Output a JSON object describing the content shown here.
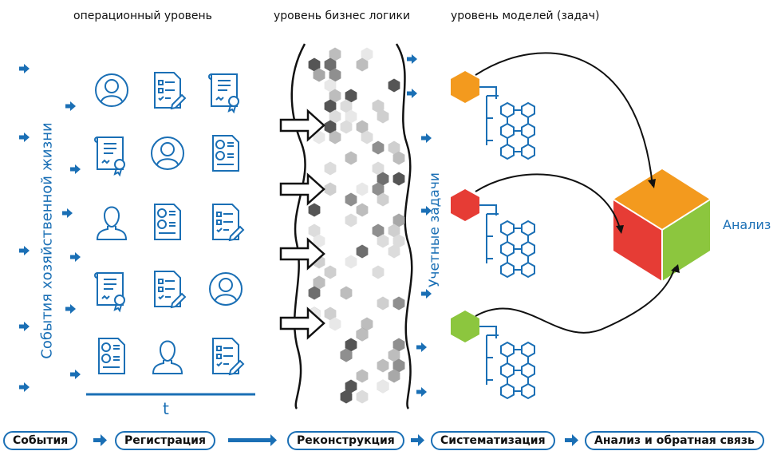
{
  "headers": {
    "operational": "операционный уровень",
    "business": "уровень бизнес логики",
    "models": "уровень моделей (задач)"
  },
  "labels": {
    "events_vertical": "События хозяйственной жизни",
    "tasks_vertical": "Учетные задачи",
    "analysis": "Анализ",
    "time_axis": "t"
  },
  "flow": [
    "События",
    "Регистрация",
    "Реконструкция",
    "Систематизация",
    "Анализ и обратная связь"
  ],
  "icons": [
    [
      "person-icon",
      "checklist-doc-icon",
      "certificate-icon"
    ],
    [
      "certificate-icon",
      "person-icon",
      "chart-doc-icon"
    ],
    [
      "user-outline-icon",
      "chart-doc-icon",
      "checklist-doc-icon"
    ],
    [
      "certificate-icon",
      "checklist-doc-icon",
      "person-icon"
    ],
    [
      "chart-doc-icon",
      "user-outline-icon",
      "checklist-doc-icon"
    ]
  ],
  "colors": {
    "blue": "#1a6fb5",
    "orange": "#f39a1e",
    "red": "#e63c35",
    "green": "#8cc63e",
    "gray_dark": "#555555",
    "gray_light": "#e4e4e4"
  }
}
